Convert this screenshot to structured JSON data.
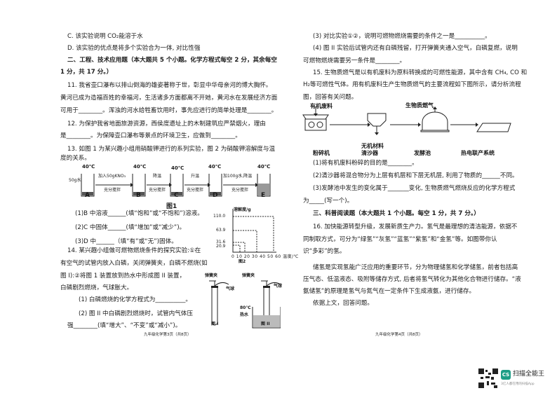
{
  "left": {
    "lines": [
      "C. 该实验说明 CO₂能溶于水",
      "D. 该实验的优点是将多个实验合为一体, 对比性强",
      "二、工程、技术应用题（本大题共 5 个小题。化学方程式每空 2 分，其余每空",
      "1 分，共 17 分。）",
      "11. 我省壶口瀑布以排山倒海的雄姿著称于世，彰显中华母亲河的博大胸怀。",
      "黄河已成为造福百姓的幸福河，生活诸多方面都离不开她，黄河水在发展经济方面",
      "可用于________。浑浊的河水给牲畜饮用时，事先应进行的简单处理是________。",
      "12. 为保护我省地面旅游资源，西侯度遗址上的木制建筑应严禁烟火，理由",
      "是________。为保障壶口瀑布等景点的环境卫生，应做到________。",
      "13. 如图 1 为某兴趣小组用硝酸钾进行的系列实验，图 2 为硝酸钾溶解度与温",
      "度的关系。"
    ],
    "q13": [
      "(1)B 中溶液______(填“饱和”或“不饱和”)溶液。",
      "(2)C 中固体______(填“增加”或“减少”)。",
      "(3)D 中______（填“有”或“无”)固体。"
    ],
    "q14": [
      "14. 某兴趣小组做可燃物燃烧条件的探究实验:①在",
      "有空气的试管内放入白磷，关闭弹簧夹，白磷不燃烧(如",
      "图 I):②将图 1 装置放到热水中形成图 II 装置，",
      "白磷剧烈燃烧，气球胀大。",
      "(1) 白磷燃烧的化学方程式为__________。",
      "(2) 图 II 中白磷剧烈燃烧时，试管内气体压",
      "强________(填“增大”、“不变”或“减小”)。"
    ],
    "footer": "九年级化学第3页（共8页）"
  },
  "fig1": {
    "beakers": [
      "A",
      "B",
      "C",
      "D",
      "E"
    ],
    "temp": "40℃",
    "water": "50g水",
    "steps": [
      {
        "top": "加入50gKNO₃",
        "bottom": "充分搅拌"
      },
      {
        "top": "降温",
        "bottom": "充分搅拌"
      },
      {
        "top": "升温",
        "bottom": "充分搅拌"
      },
      {
        "top": "加100g水,降温",
        "bottom": "充分搅拌"
      }
    ],
    "caption": "图1"
  },
  "fig2": {
    "ylabel": "溶解度/g",
    "xlabel": "温度/℃",
    "yticks": [
      "110.0",
      "63.9",
      "31.6",
      "20.9"
    ],
    "xticks": [
      "0",
      "10",
      "20",
      "30",
      "40",
      "50",
      "60"
    ],
    "caption": "图2"
  },
  "fig14": {
    "clamp": "弹簧夹",
    "balloon": "气球",
    "water": "80℃",
    "water2": "热水",
    "cap1": "图 I",
    "cap2": "图 II"
  },
  "right": {
    "lines": [
      "(3) 对比实验①②，说明可燃物燃烧需要的条件之一是__________。",
      "(4) 图 II 实验后试管内还有白磷残留，打开弹簧夹通入空气，白磷复燃，说明",
      "可燃物燃烧需要另一条件是________。",
      "15. 生物质燃气是以有机废料为原料转换成的可燃性能源，其中含有 CH₄, CO 和",
      "H₂等可燃性气体。用有机废料生产生物质燃气的主要流程如下图所示，请分析流程",
      "图，回答有关问题。"
    ],
    "flow": {
      "input": "有机废料",
      "output": "生物质燃气",
      "side": "无机材料",
      "labels": [
        "粉碎机",
        "清沙器",
        "发酵池",
        "热电联产系统"
      ]
    },
    "q15": [
      "(1)将有机废料粉碎的目的是________。",
      "(2)清沙器将混合物分为上层有机层和下层无机层, 利用了物质的______不同。",
      "(3)发酵池中发生的变化属于_______变化, 生物质燃气燃烧反应的化学方程式",
      "为_____(写一个)。",
      "三、科普阅读题（本大题共 1 个小题。每空 1 分，共 7 分。）",
      "16. 加快能源转型升级，发展新质生产力。氢气是最理想的清洁能源，依据不",
      "同制取方式，可分为“绿氢”“灰氢”“蓝氢”“紫氢”和“金氢”等。如图带你认",
      "识“多彩”的氢。",
      "储氢是实现氢能广泛应用的重要环节，分为物理储氢和化学储氢，前者包括高",
      "压气态、低温液态、吸附等储存方式, 后者将氢气转化为其他化合物进行储存。“液",
      "氨储氢”的原理是氢气与氮气在一定条件下生成液氨，进行储存。",
      "依据上文，回答问题。"
    ],
    "footer": "九年级化学第4页（共8页）"
  },
  "watermark": {
    "logo": "CS",
    "name": "扫描全能王",
    "tagline": "3亿人都在用的扫描App"
  }
}
